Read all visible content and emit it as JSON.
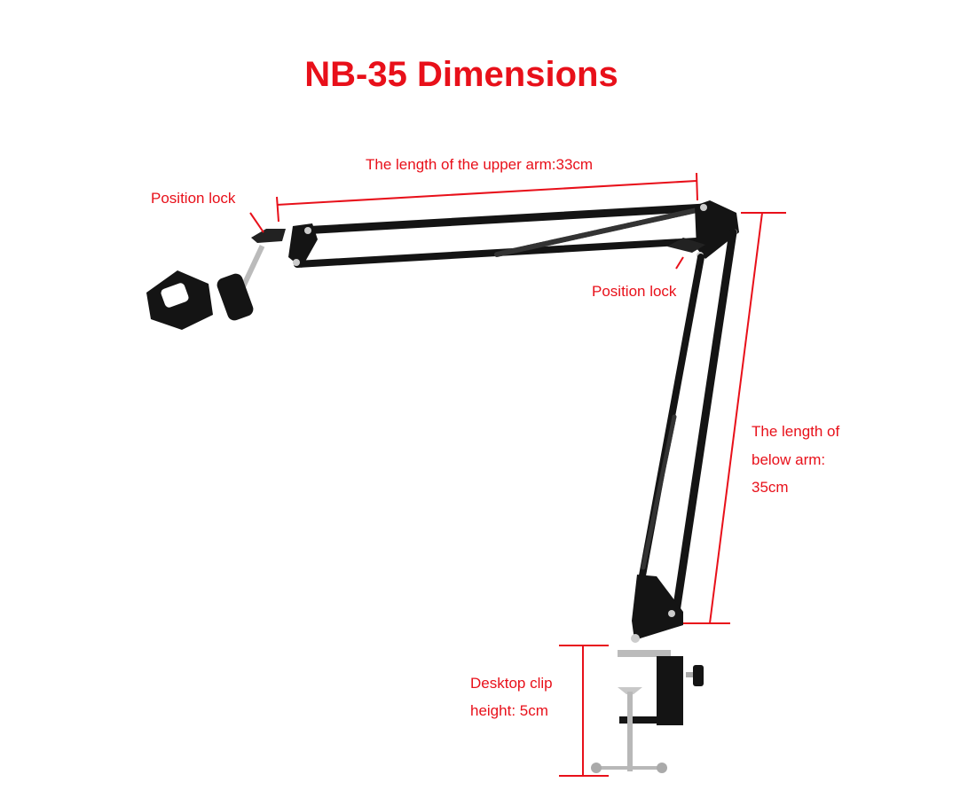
{
  "title": "NB-35 Dimensions",
  "labels": {
    "upper_arm": "The length of the upper arm:33cm",
    "position_lock_left": "Position lock",
    "position_lock_right": "Position lock",
    "lower_arm_line1": "The length of",
    "lower_arm_line2": "below arm:",
    "lower_arm_line3": "35cm",
    "clip_line1": "Desktop clip",
    "clip_line2": "height: 5cm"
  },
  "colors": {
    "annotation": "#e8101a",
    "arm": "#141414",
    "steel": "#b8b8b8"
  }
}
